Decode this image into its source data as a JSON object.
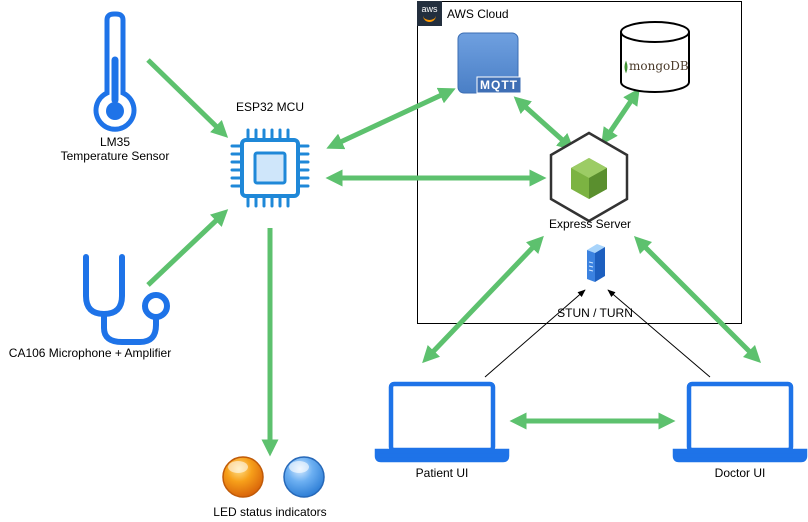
{
  "cloud": {
    "badge": "aws",
    "title": "AWS Cloud"
  },
  "nodes": {
    "lm35": {
      "label_line1": "LM35",
      "label_line2": "Temperature Sensor",
      "icon": "thermometer-icon"
    },
    "mic": {
      "label": "CA106 Microphone + Amplifier",
      "icon": "stethoscope-icon"
    },
    "esp32": {
      "label": "ESP32 MCU",
      "icon": "chip-icon"
    },
    "leds": {
      "label": "LED status indicators",
      "icon": "led-icon"
    },
    "mqtt": {
      "label": "MQTT",
      "icon": "mqtt-icon"
    },
    "mongodb": {
      "label": "mongoDB",
      "icon": "database-icon"
    },
    "express": {
      "label": "Express Server",
      "icon": "nodejs-icon"
    },
    "stun": {
      "label": "STUN / TURN",
      "icon": "server-icon"
    },
    "patient": {
      "label": "Patient UI",
      "icon": "laptop-icon"
    },
    "doctor": {
      "label": "Doctor UI",
      "icon": "laptop-icon"
    }
  },
  "colors": {
    "arrow": "#5dc16e",
    "icon_blue": "#1e73e8",
    "chip_blue": "#1f88d8",
    "mqtt_blue": "#5b8fd4",
    "node_green": "#7cb342",
    "led_orange": "#f39c12",
    "led_blue": "#4a90e2"
  }
}
